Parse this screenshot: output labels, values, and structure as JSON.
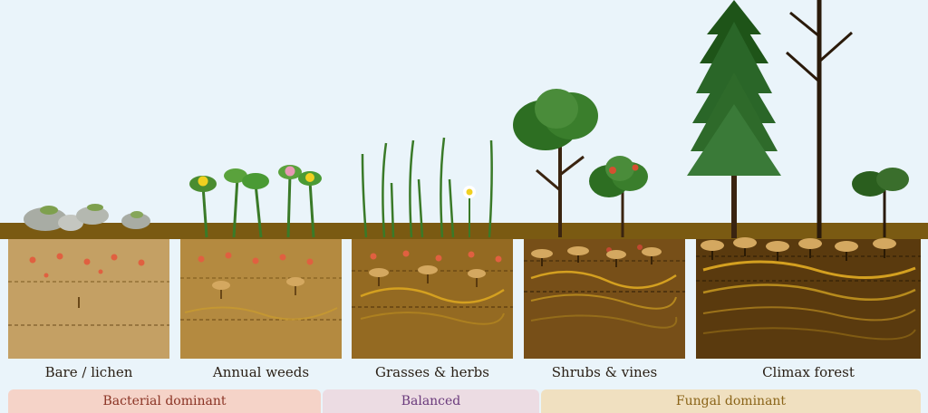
{
  "stages": [
    {
      "label": "Bare / lichen"
    },
    {
      "label": "Annual weeds"
    },
    {
      "label": "Grasses & herbs"
    },
    {
      "label": "Shrubs & vines"
    },
    {
      "label": "Climax forest"
    }
  ],
  "bands": [
    {
      "label": "Bacterial dominant",
      "bg": "#f5d3c8",
      "color": "#8a3324"
    },
    {
      "label": "Balanced",
      "bg": "#ecdce3",
      "color": "#6a3a7c"
    },
    {
      "label": "Fungal dominant",
      "bg": "#f0e0c0",
      "color": "#8a6418"
    }
  ],
  "colors": {
    "sky": "#eaf4fa",
    "topsoil": "#7a5a12",
    "soil_bare": "#c4a064",
    "soil_weeds": "#b48a40",
    "soil_grass": "#946a22",
    "soil_shrub": "#774f18",
    "soil_forest": "#5a3a0e",
    "fungal_hyphae": "#d4a020",
    "bacteria_dots": "#e06040",
    "leaf_green": "#3a7a28",
    "conifer_green": "#2a6628",
    "trunk": "#3a2410"
  }
}
